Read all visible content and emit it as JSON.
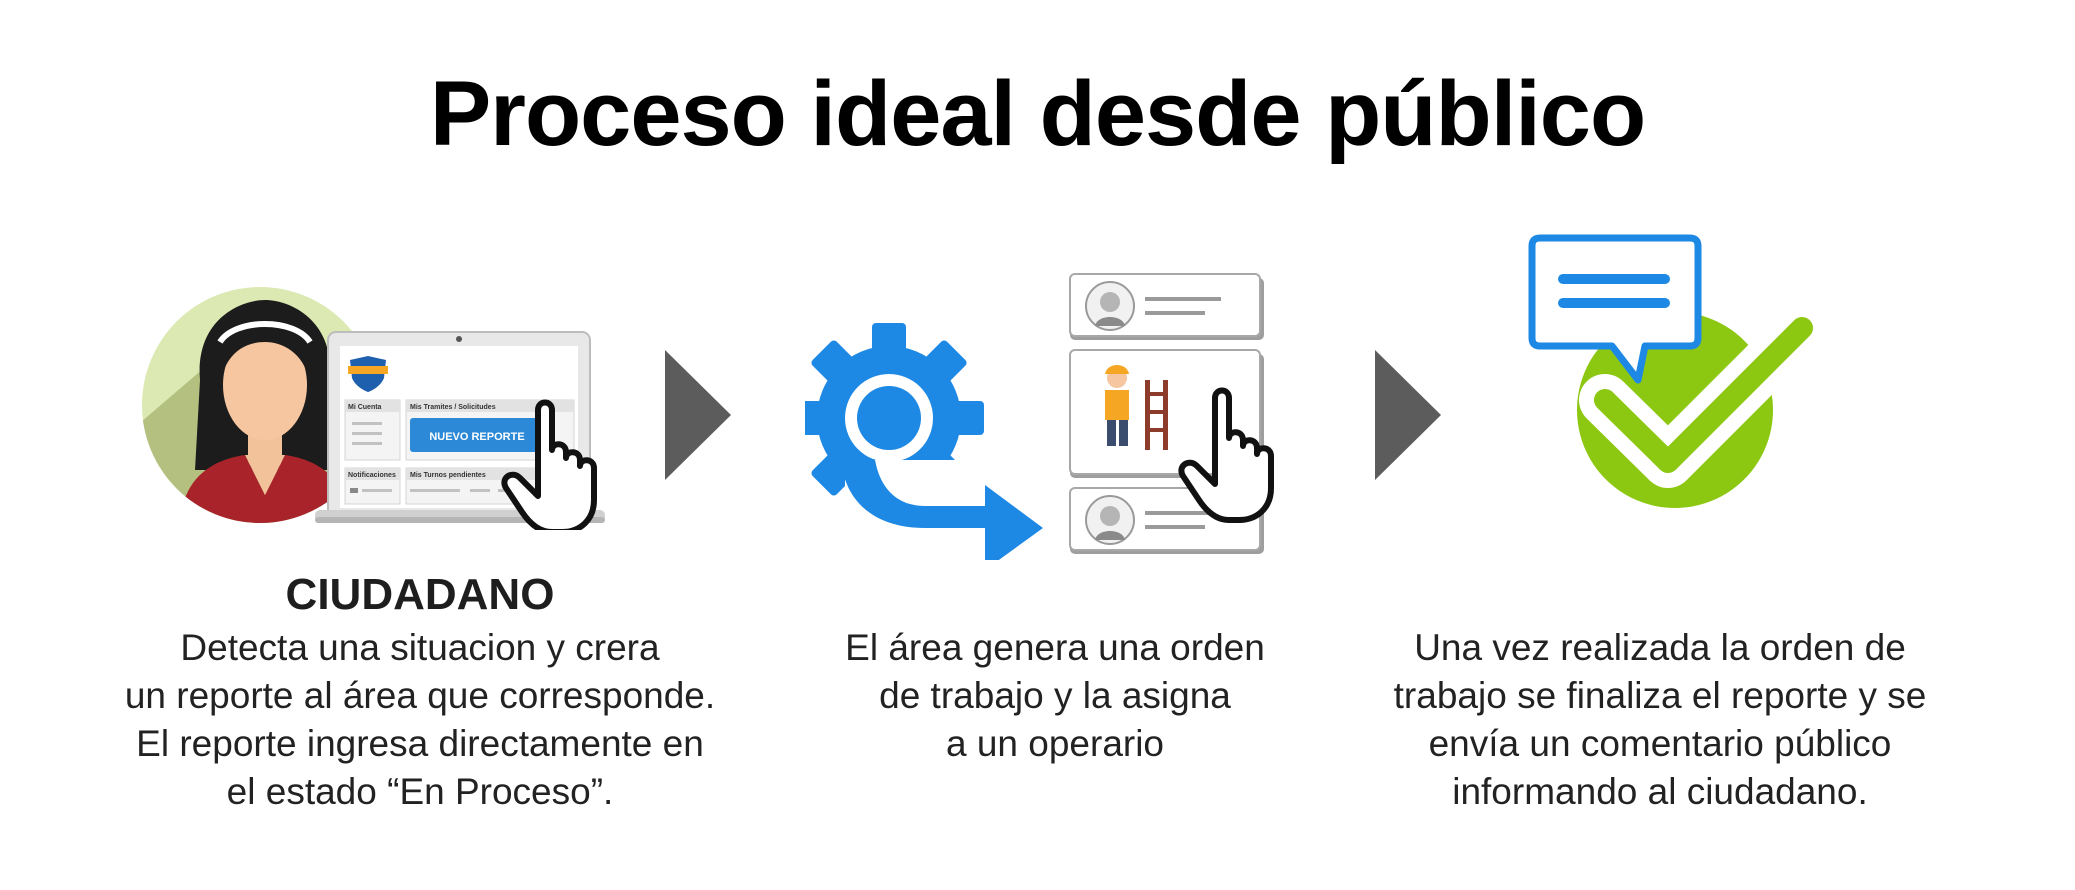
{
  "title": "Proceso ideal desde público",
  "colors": {
    "blue": "#1e88e5",
    "green": "#8cc811",
    "arrow": "#5c5c5c",
    "red": "#a8242a"
  },
  "step1": {
    "heading": "CIUDADANO",
    "lines": [
      "Detecta una situacion y crera",
      "un reporte al área que corresponde.",
      "El reporte ingresa directamente en",
      "el estado “En Proceso”."
    ],
    "screen": {
      "account_label": "Mi Cuenta",
      "tramites_label": "Mis Tramites / Solicitudes",
      "button_label": "NUEVO REPORTE",
      "notifications_label": "Notificaciones",
      "turnos_label": "Mis Turnos pendientes"
    }
  },
  "step2": {
    "lines": [
      "El área genera una orden",
      "de trabajo y la asigna",
      "a un operario"
    ]
  },
  "step3": {
    "lines": [
      "Una vez realizada la orden de",
      "trabajo se finaliza el reporte y se",
      "envía un comentario público",
      "informando al ciudadano."
    ]
  }
}
